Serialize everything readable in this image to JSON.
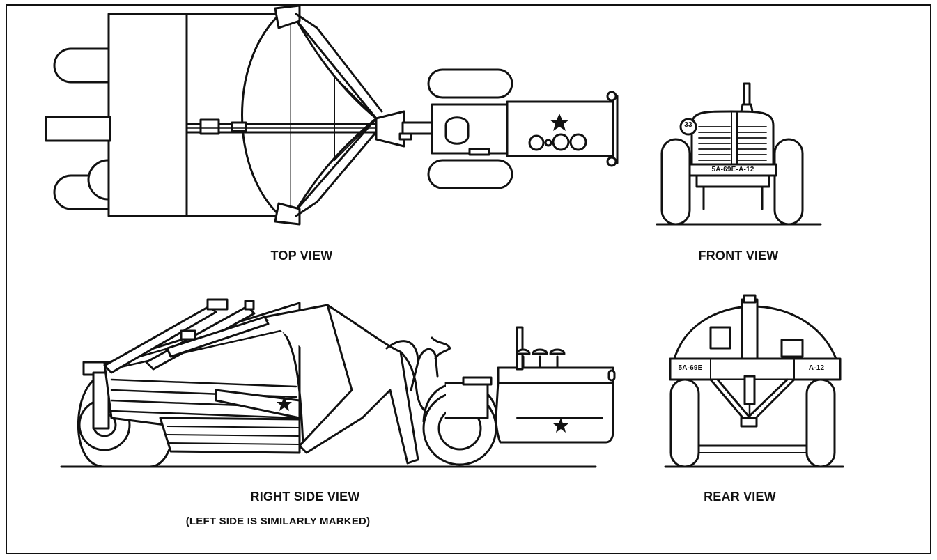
{
  "labels": {
    "top_view": "TOP VIEW",
    "front_view": "FRONT VIEW",
    "right_side_view": "RIGHT SIDE VIEW",
    "rear_view": "REAR VIEW",
    "left_side_note": "(LEFT SIDE IS SIMILARLY MARKED)"
  },
  "markings": {
    "front_bumper": "5A-69E-A-12",
    "front_badge": "33",
    "rear_left": "5A-69E",
    "rear_right": "A-12"
  }
}
